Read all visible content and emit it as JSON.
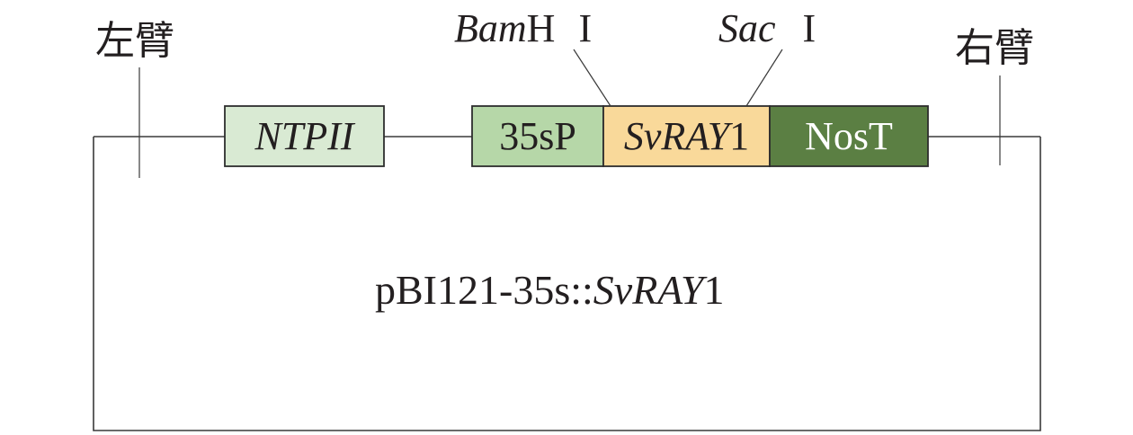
{
  "title": {
    "prefix": "pBI121-35s::",
    "gene_italic": "SvRAY",
    "gene_suffix": "1"
  },
  "arms": {
    "left": "左臂",
    "right": "右臂"
  },
  "elements": [
    {
      "id": "ntpii",
      "label_italic": "NTPII",
      "label_plain": "",
      "color": "#d9ead3",
      "text_color": "#231f20"
    },
    {
      "id": "35sp",
      "label_italic": "",
      "label_plain": "35sP",
      "color": "#b6d7a8",
      "text_color": "#231f20"
    },
    {
      "id": "svray1",
      "label_italic": "SvRAY",
      "label_plain": "1",
      "color": "#f9d99a",
      "text_color": "#231f20"
    },
    {
      "id": "nost",
      "label_italic": "",
      "label_plain": "NosT",
      "color": "#5b7f43",
      "text_color": "#ffffff"
    }
  ],
  "restriction_sites": [
    {
      "id": "bamhi",
      "name_italic": "Bam",
      "name_plain": "H",
      "numeral": "I"
    },
    {
      "id": "saci",
      "name_italic": "Sac",
      "name_plain": "",
      "numeral": "I"
    }
  ],
  "colors": {
    "line": "#3a3a3a",
    "ntpii_fill": "#d9ead3",
    "promoter_fill": "#b6d7a8",
    "gene_fill": "#f9d99a",
    "terminator_fill": "#5b7f43"
  }
}
